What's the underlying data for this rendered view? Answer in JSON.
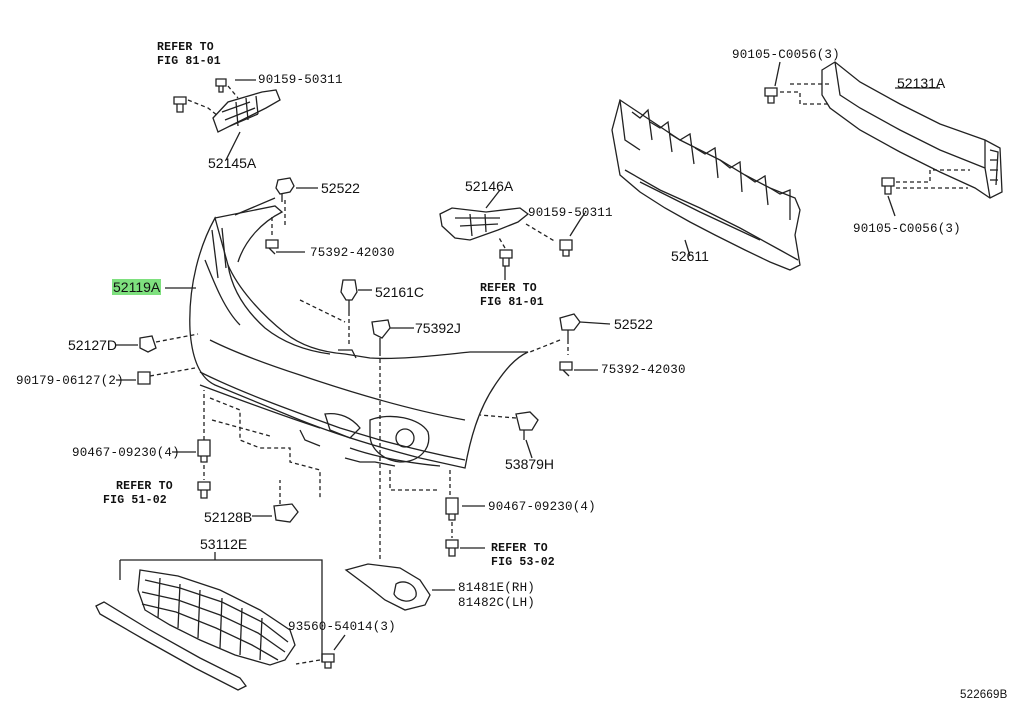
{
  "diagram_id": "522669B",
  "highlight_color": "#7ee07e",
  "labels": {
    "ref_8101_top": [
      "REFER TO",
      "FIG 81-01"
    ],
    "ref_8101_mid": [
      "REFER TO",
      "FIG 81-01"
    ],
    "ref_5102": [
      "REFER TO",
      "FIG 51-02"
    ],
    "ref_5302": [
      "REFER TO",
      "FIG 53-02"
    ],
    "p90159_top": "90159-50311",
    "p52145A": "52145A",
    "p52522_top": "52522",
    "p75392_top": "75392-42030",
    "p52119A": "52119A",
    "p52161C": "52161C",
    "p52146A": "52146A",
    "p90159_mid": "90159-50311",
    "p52611": "52611",
    "p90105_top": "90105-C0056(3)",
    "p52131A": "52131A",
    "p90105_bot": "90105-C0056(3)",
    "p75392J": "75392J",
    "p52522_right": "52522",
    "p75392_right": "75392-42030",
    "p52127D": "52127D",
    "p90179": "90179-06127(2)",
    "p90467_left": "90467-09230(4)",
    "p53879H": "53879H",
    "p90467_right": "90467-09230(4)",
    "p52128B": "52128B",
    "p53112E": "53112E",
    "p81481E": "81481E(RH)",
    "p81482C": "81482C(LH)",
    "p93560": "93560-54014(3)"
  }
}
